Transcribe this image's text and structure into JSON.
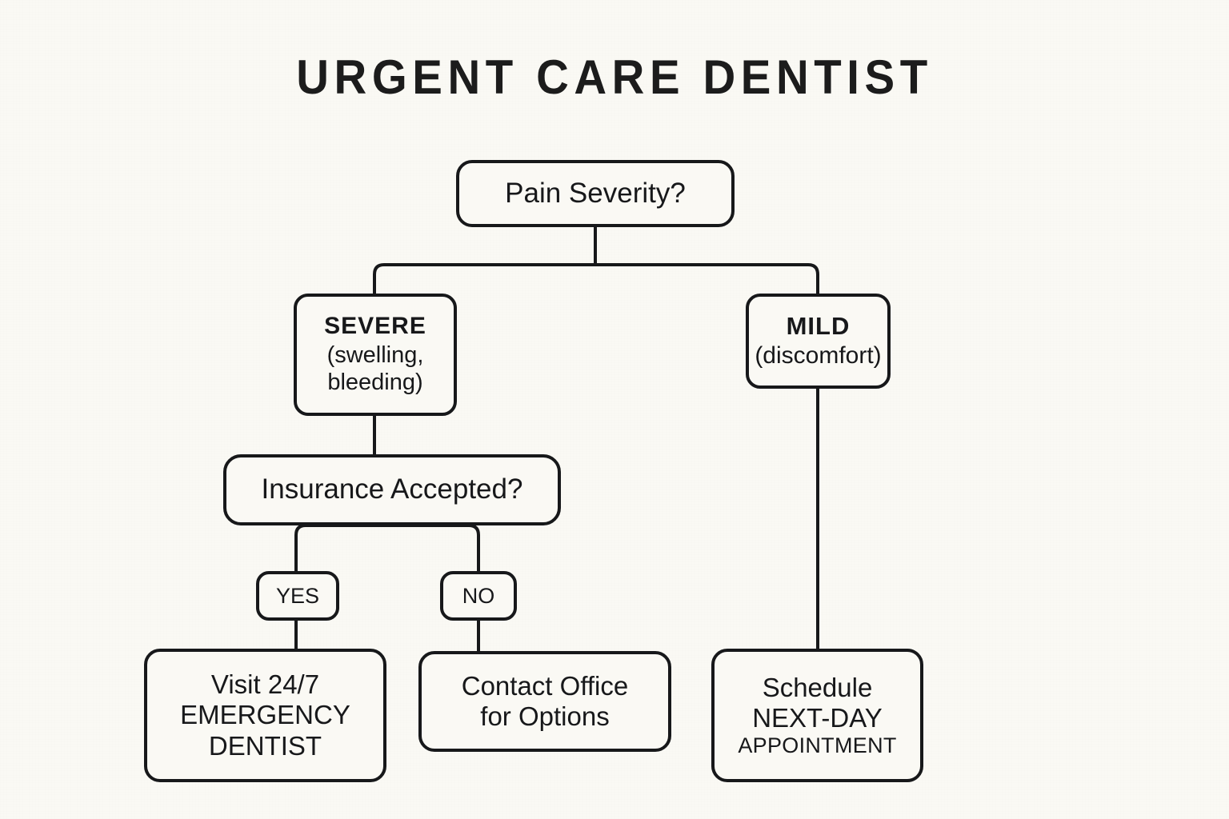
{
  "colors": {
    "background": "#faf9f4",
    "ink": "#17181a",
    "node_fill": "#faf9f4"
  },
  "title": "URGENT CARE DENTIST",
  "diagram": {
    "type": "flowchart",
    "root": {
      "id": "pain-severity",
      "label": "Pain Severity?"
    },
    "branches": [
      {
        "id": "severe",
        "heading": "SEVERE",
        "detail_line1": "(swelling,",
        "detail_line2": "bleeding)"
      },
      {
        "id": "mild",
        "heading": "MILD",
        "detail_line1": "(discomfort)"
      }
    ],
    "decision": {
      "id": "insurance-accepted",
      "label": "Insurance Accepted?"
    },
    "edge_labels": {
      "yes": "YES",
      "no": "NO"
    },
    "outcomes": [
      {
        "id": "emergency-dentist",
        "line1": "Visit 24/7",
        "line2": "EMERGENCY",
        "line3": "DENTIST"
      },
      {
        "id": "contact-office",
        "line1": "Contact Office",
        "line2": "for Options"
      },
      {
        "id": "next-day-appointment",
        "line1": "Schedule",
        "line2": "NEXT-DAY",
        "line3": "APPOINTMENT"
      }
    ]
  }
}
